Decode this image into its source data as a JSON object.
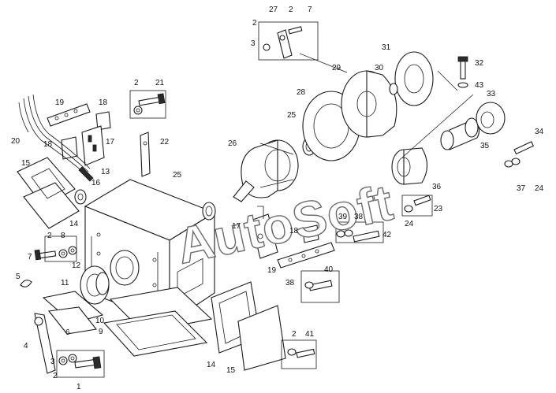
{
  "watermark": "AutoSoft",
  "callouts": [
    {
      "text": "27"
    },
    {
      "text": "2"
    },
    {
      "text": "7"
    },
    {
      "text": "2"
    },
    {
      "text": "3"
    },
    {
      "text": "31"
    },
    {
      "text": "32"
    },
    {
      "text": "29"
    },
    {
      "text": "30"
    },
    {
      "text": "43"
    },
    {
      "text": "28"
    },
    {
      "text": "33"
    },
    {
      "text": "2"
    },
    {
      "text": "21"
    },
    {
      "text": "19"
    },
    {
      "text": "18"
    },
    {
      "text": "25"
    },
    {
      "text": "34"
    },
    {
      "text": "20"
    },
    {
      "text": "18"
    },
    {
      "text": "17"
    },
    {
      "text": "22"
    },
    {
      "text": "26"
    },
    {
      "text": "35"
    },
    {
      "text": "15"
    },
    {
      "text": "13"
    },
    {
      "text": "16"
    },
    {
      "text": "36"
    },
    {
      "text": "37"
    },
    {
      "text": "24"
    },
    {
      "text": "25"
    },
    {
      "text": "23"
    },
    {
      "text": "39"
    },
    {
      "text": "38"
    },
    {
      "text": "14"
    },
    {
      "text": "24"
    },
    {
      "text": "2"
    },
    {
      "text": "8"
    },
    {
      "text": "17"
    },
    {
      "text": "18"
    },
    {
      "text": "42"
    },
    {
      "text": "7"
    },
    {
      "text": "12"
    },
    {
      "text": "5"
    },
    {
      "text": "19"
    },
    {
      "text": "40"
    },
    {
      "text": "11"
    },
    {
      "text": "38"
    },
    {
      "text": "6"
    },
    {
      "text": "10"
    },
    {
      "text": "9"
    },
    {
      "text": "2"
    },
    {
      "text": "41"
    },
    {
      "text": "4"
    },
    {
      "text": "3"
    },
    {
      "text": "2"
    },
    {
      "text": "14"
    },
    {
      "text": "15"
    },
    {
      "text": "1"
    }
  ]
}
